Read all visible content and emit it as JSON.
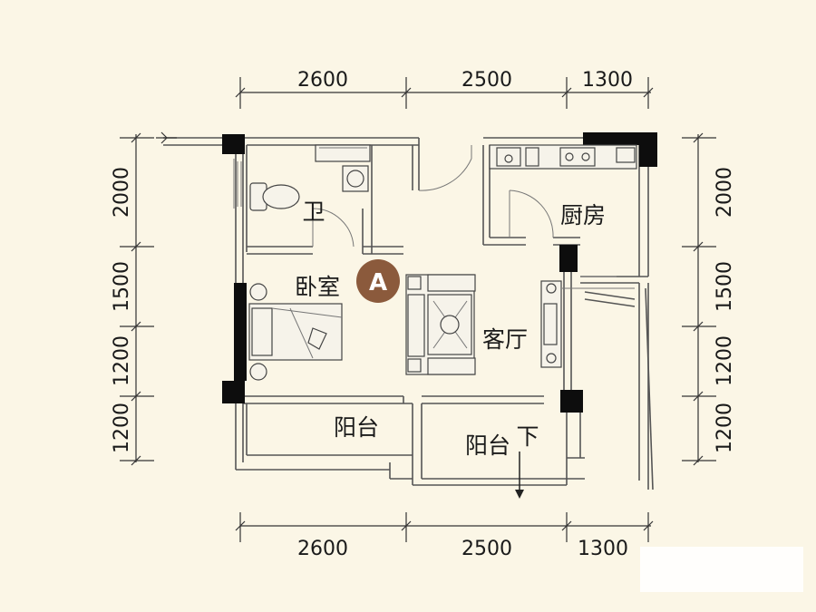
{
  "dimensions": {
    "top": [
      "2600",
      "2500",
      "1300"
    ],
    "bottom": [
      "2600",
      "2500",
      "1300"
    ],
    "left": [
      "2000",
      "1500",
      "1200",
      "1200"
    ],
    "right": [
      "2000",
      "1500",
      "1200",
      "1200"
    ]
  },
  "rooms": {
    "bathroom": "卫",
    "bedroom": "卧室",
    "kitchen": "厨房",
    "living_room": "客厅",
    "balcony_left": "阳台",
    "balcony_right": "阳台",
    "down_mark": "下"
  },
  "unit_badge": {
    "label": "A",
    "color": "#8b5a3c"
  }
}
